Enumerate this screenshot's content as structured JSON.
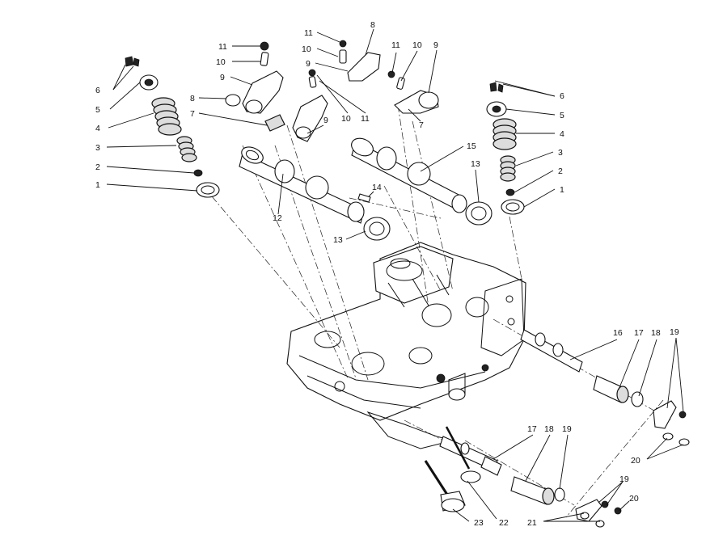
{
  "diagram": {
    "labels": {
      "l1_left": "1",
      "l2_left": "2",
      "l3_left": "3",
      "l4_left": "4",
      "l5_left": "5",
      "l6_left": "6",
      "l7_left": "7",
      "l8_left": "8",
      "l9_left": "9",
      "l10_left": "10",
      "l11_left": "11",
      "l12": "12",
      "l13_left": "13",
      "l14": "14",
      "l11_top": "11",
      "l10_top": "10",
      "l9_top": "9",
      "l8_top": "8",
      "l11_topr": "11",
      "l10_topr": "10",
      "l9_topr": "9",
      "l9_mid": "9",
      "l10_mid": "10",
      "l11_mid": "11",
      "l7_mid": "7",
      "l15": "15",
      "l13_right": "13",
      "l6_right": "6",
      "l5_right": "5",
      "l4_right": "4",
      "l3_right": "3",
      "l2_right": "2",
      "l1_right": "1",
      "l16": "16",
      "l17_top": "17",
      "l18_top": "18",
      "l19_top": "19",
      "l20_top": "20",
      "l17_bot": "17",
      "l18_bot": "18",
      "l19_bot": "19",
      "l19_low": "19",
      "l20_low": "20",
      "l21": "21",
      "l22": "22",
      "l23": "23"
    }
  }
}
